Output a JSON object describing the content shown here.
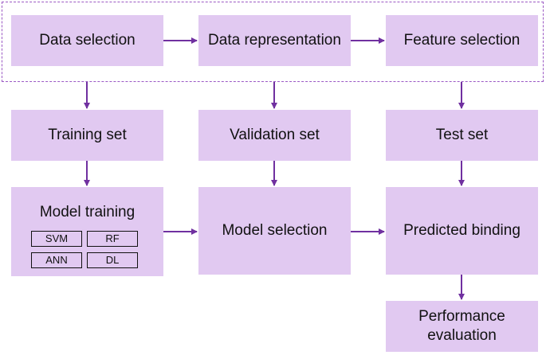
{
  "diagram": {
    "stage1": {
      "data_selection": "Data selection",
      "data_representation": "Data representation",
      "feature_selection": "Feature selection"
    },
    "sets": {
      "training": "Training set",
      "validation": "Validation set",
      "test": "Test set"
    },
    "model_training": {
      "title": "Model training",
      "algorithms": [
        "SVM",
        "RF",
        "ANN",
        "DL"
      ]
    },
    "model_selection": "Model selection",
    "predicted_binding": "Predicted binding",
    "performance_evaluation": "Performance evaluation"
  },
  "colors": {
    "box_fill": "#e1c9f1",
    "arrow": "#7030a0",
    "dashed_border": "#9b59c4"
  }
}
